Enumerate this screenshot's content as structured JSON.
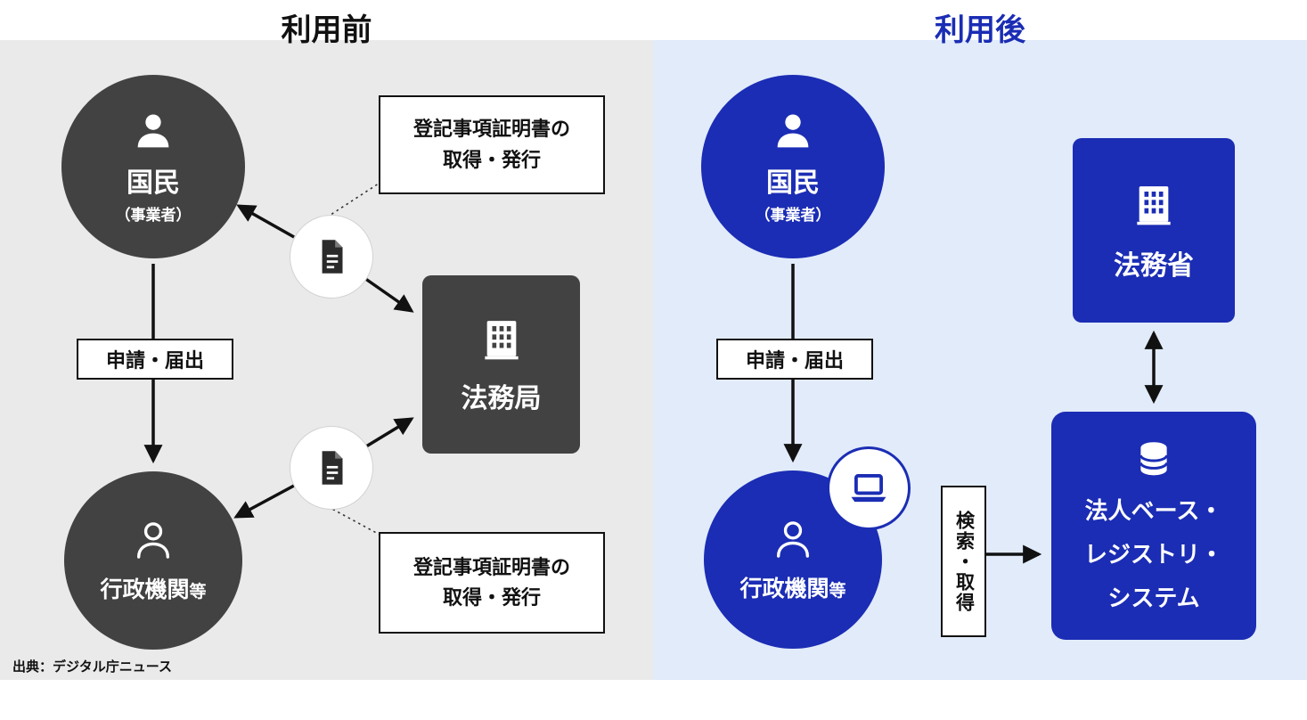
{
  "meta": {
    "source_note": "出典：デジタル庁ニュース"
  },
  "colors": {
    "before_bg": "#eaeaea",
    "after_bg": "#e1ebfa",
    "dark_gray": "#424242",
    "primary_blue": "#1b2db4",
    "arrow_black": "#111111"
  },
  "icons": [
    "person-icon",
    "person-outline-icon",
    "building-icon",
    "document-icon",
    "laptop-icon",
    "database-icon"
  ],
  "before": {
    "title": "利用前",
    "citizen_label": "国民",
    "citizen_sublabel": "（事業者）",
    "application_label": "申請・届出",
    "agency_label": "行政機関",
    "agency_suffix": "等",
    "bureau_label": "法務局",
    "cert_line1": "登記事項証明書の",
    "cert_line2": "取得・発行"
  },
  "after": {
    "title": "利用後",
    "citizen_label": "国民",
    "citizen_sublabel": "（事業者）",
    "application_label": "申請・届出",
    "agency_label": "行政機関",
    "agency_suffix": "等",
    "ministry_label": "法務省",
    "search_label": "検索・取得",
    "registry_line1": "法人ベース・",
    "registry_line2": "レジストリ・",
    "registry_line3": "システム"
  }
}
